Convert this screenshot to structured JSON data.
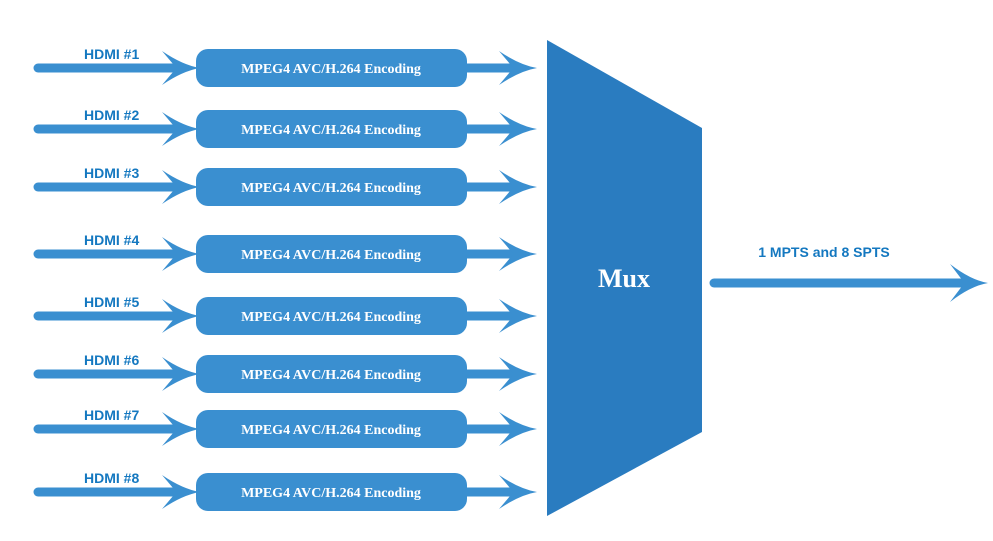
{
  "colors": {
    "primary": "#3a8fd0",
    "primary_dark": "#2a7cc0",
    "label_text": "#1478c0",
    "box_text": "#ffffff"
  },
  "inputs": [
    {
      "label": "HDMI #1",
      "encoder": "MPEG4 AVC/H.264 Encoding"
    },
    {
      "label": "HDMI #2",
      "encoder": "MPEG4 AVC/H.264 Encoding"
    },
    {
      "label": "HDMI #3",
      "encoder": "MPEG4 AVC/H.264 Encoding"
    },
    {
      "label": "HDMI #4",
      "encoder": "MPEG4 AVC/H.264 Encoding"
    },
    {
      "label": "HDMI #5",
      "encoder": "MPEG4 AVC/H.264 Encoding"
    },
    {
      "label": "HDMI #6",
      "encoder": "MPEG4 AVC/H.264 Encoding"
    },
    {
      "label": "HDMI #7",
      "encoder": "MPEG4 AVC/H.264 Encoding"
    },
    {
      "label": "HDMI #8",
      "encoder": "MPEG4 AVC/H.264 Encoding"
    }
  ],
  "mux": {
    "label": "Mux"
  },
  "output": {
    "label": "1 MPTS and 8 SPTS"
  }
}
